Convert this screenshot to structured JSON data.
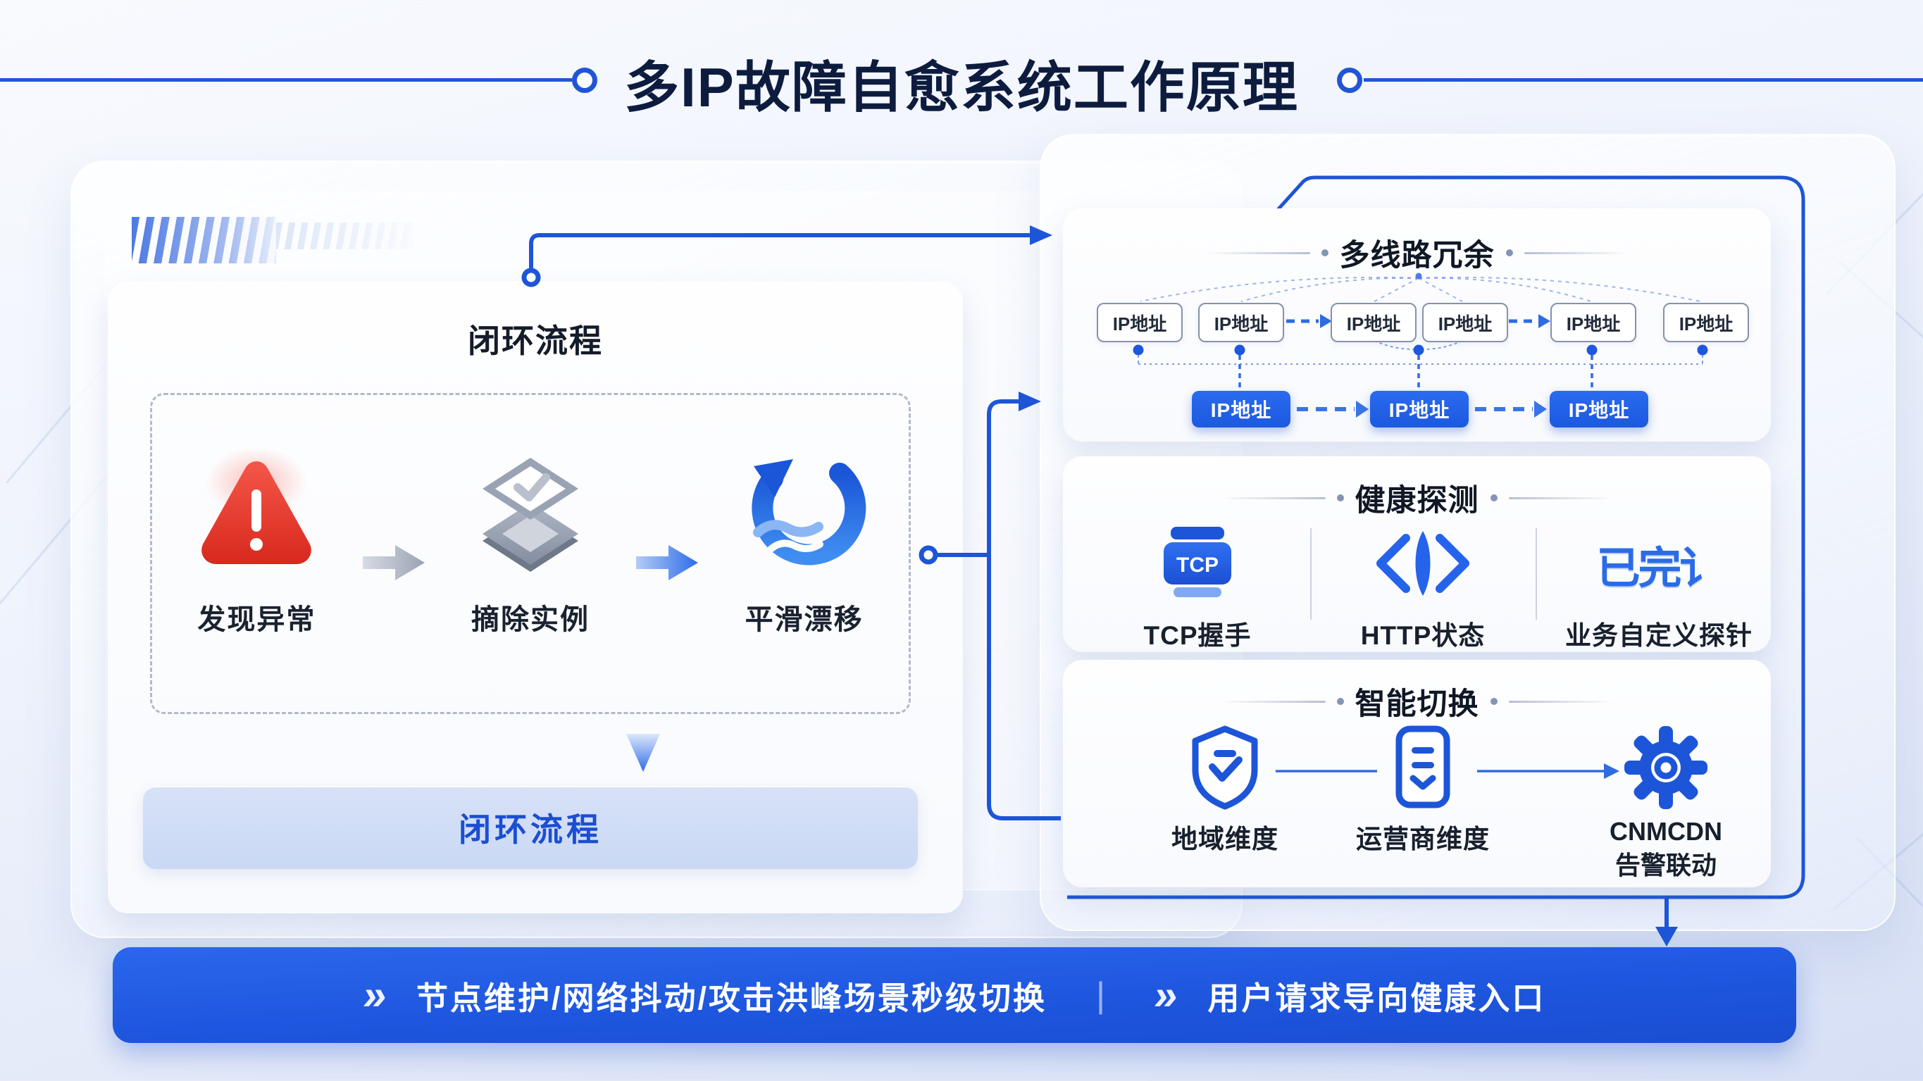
{
  "title": {
    "text": "多IP故障自愈系统工作原理"
  },
  "left_panel": {
    "title": "闭环流程",
    "steps": [
      {
        "label": "发现异常"
      },
      {
        "label": "摘除实例"
      },
      {
        "label": "平滑漂移"
      }
    ],
    "loop_button_label": "闭环流程"
  },
  "redundancy_panel": {
    "title": "多线路冗余",
    "top_ip_boxes": [
      "IP地址",
      "IP地址",
      "IP地址",
      "IP地址",
      "IP地址",
      "IP地址"
    ],
    "active_ip_boxes": [
      "IP地址",
      "IP地址",
      "IP地址"
    ]
  },
  "health_panel": {
    "title": "健康探测",
    "items": [
      {
        "label": "TCP握手",
        "icon_text": "TCP"
      },
      {
        "label": "HTTP状态"
      },
      {
        "label": "业务自定义探针",
        "icon_text": "已完讠"
      }
    ]
  },
  "switch_panel": {
    "title": "智能切换",
    "items": [
      {
        "label": "地域维度"
      },
      {
        "label": "运营商维度"
      },
      {
        "label_line1": "CNMCDN",
        "label_line2": "告警联动"
      }
    ]
  },
  "banner": {
    "chevron": "»",
    "item1": "节点维护/网络抖动/攻击洪峰场景秒级切换",
    "divider": "|",
    "item2": "用户请求导向健康入口"
  },
  "colors": {
    "accent_blue": "#1d55d8",
    "banner_blue": "#1f5ae2",
    "active_box_blue": "#1f63e9",
    "alert_red": "#e23a2e",
    "title_navy": "#0d1c3e"
  }
}
